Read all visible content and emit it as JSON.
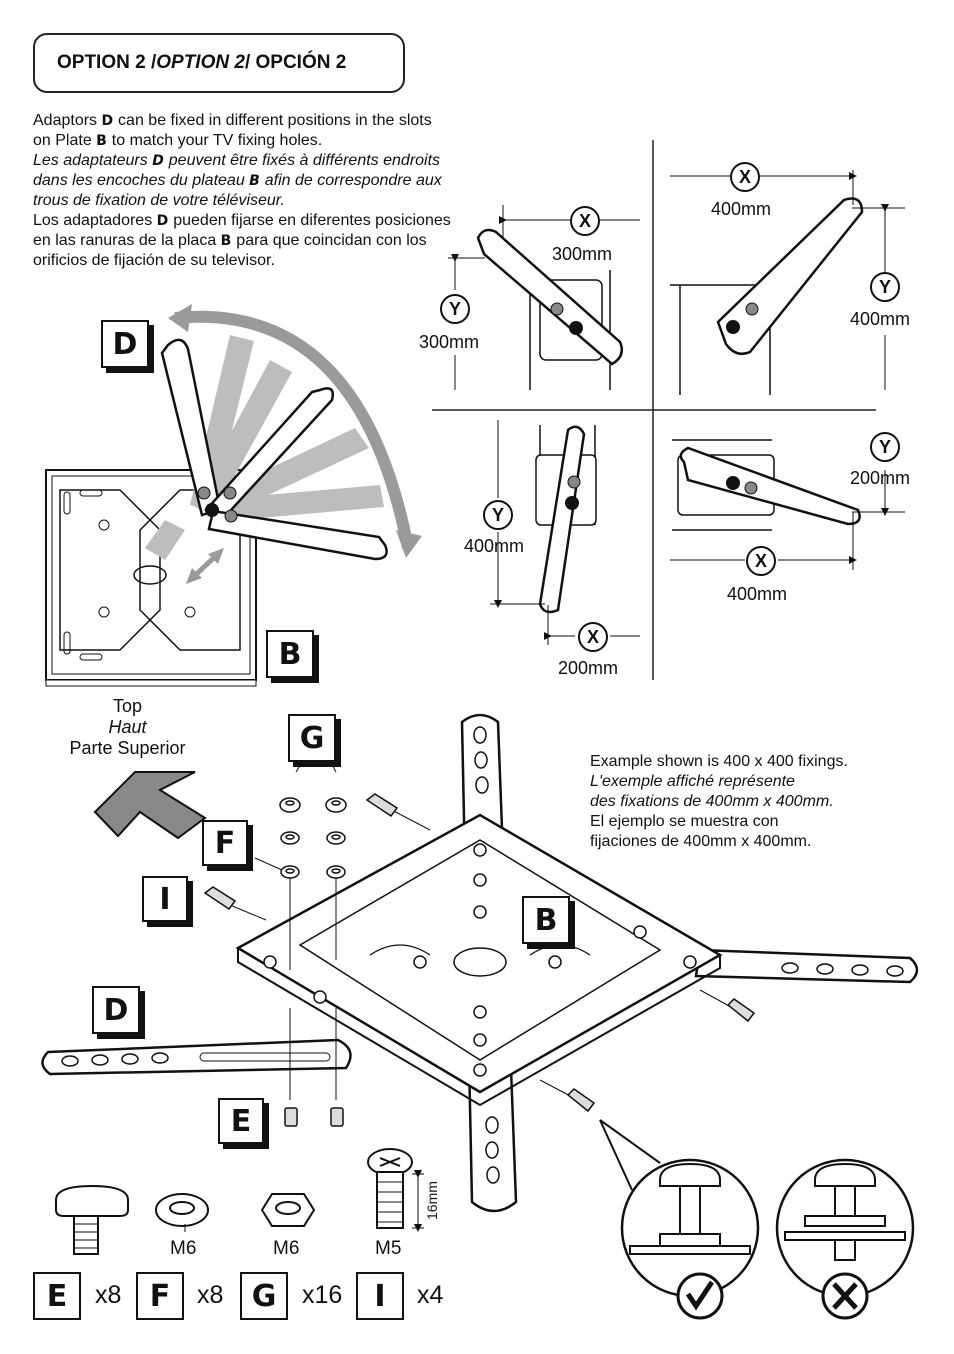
{
  "header": {
    "option_en": "OPTION 2 / ",
    "option_fr": "OPTION 2",
    "option_es": " / OPCIÓN 2"
  },
  "intro": {
    "en_1": "Adaptors ",
    "en_letter_d": "D",
    "en_2": " can be fixed in different positions in the slots on Plate ",
    "en_letter_b": "B",
    "en_3": " to match your TV fixing holes.",
    "fr_1": "Les adaptateurs ",
    "fr_letter_d": "D",
    "fr_2": " peuvent être fixés à différents endroits dans les encoches du plateau ",
    "fr_letter_b": "B",
    "fr_3": " afin de correspondre aux trous de fixation de votre téléviseur.",
    "es_1": "Los adaptadores ",
    "es_letter_d": "D",
    "es_2": " pueden fijarse en diferentes posiciones en las ranuras de la placa ",
    "es_letter_b": "B",
    "es_3": " para que coincidan con los orificios de fijación de su televisor."
  },
  "labels": {
    "d": "D",
    "b": "B",
    "g": "G",
    "f": "F",
    "i": "I",
    "e": "E",
    "x": "X",
    "y": "Y"
  },
  "dimensions": {
    "q1_x": "300mm",
    "q1_y": "300mm",
    "q2_x": "400mm",
    "q2_y": "400mm",
    "q3_y": "400mm",
    "q3_x": "200mm",
    "q4_y": "200mm",
    "q4_x": "400mm"
  },
  "direction": {
    "en": "Top",
    "fr": "Haut",
    "es": "Parte Superior"
  },
  "example": {
    "en": "Example shown is 400 x 400 fixings.",
    "fr_1": "L'exemple affiché représente",
    "fr_2": "des fixations de 400mm x 400mm.",
    "es_1": "El ejemplo se muestra con",
    "es_2": "fijaciones de 400mm x 400mm."
  },
  "parts": {
    "f_size": "M6",
    "g_size": "M6",
    "i_size": "M5",
    "i_length": "16mm",
    "e_qty": "x8",
    "f_qty": "x8",
    "g_qty": "x16",
    "i_qty": "x4"
  }
}
